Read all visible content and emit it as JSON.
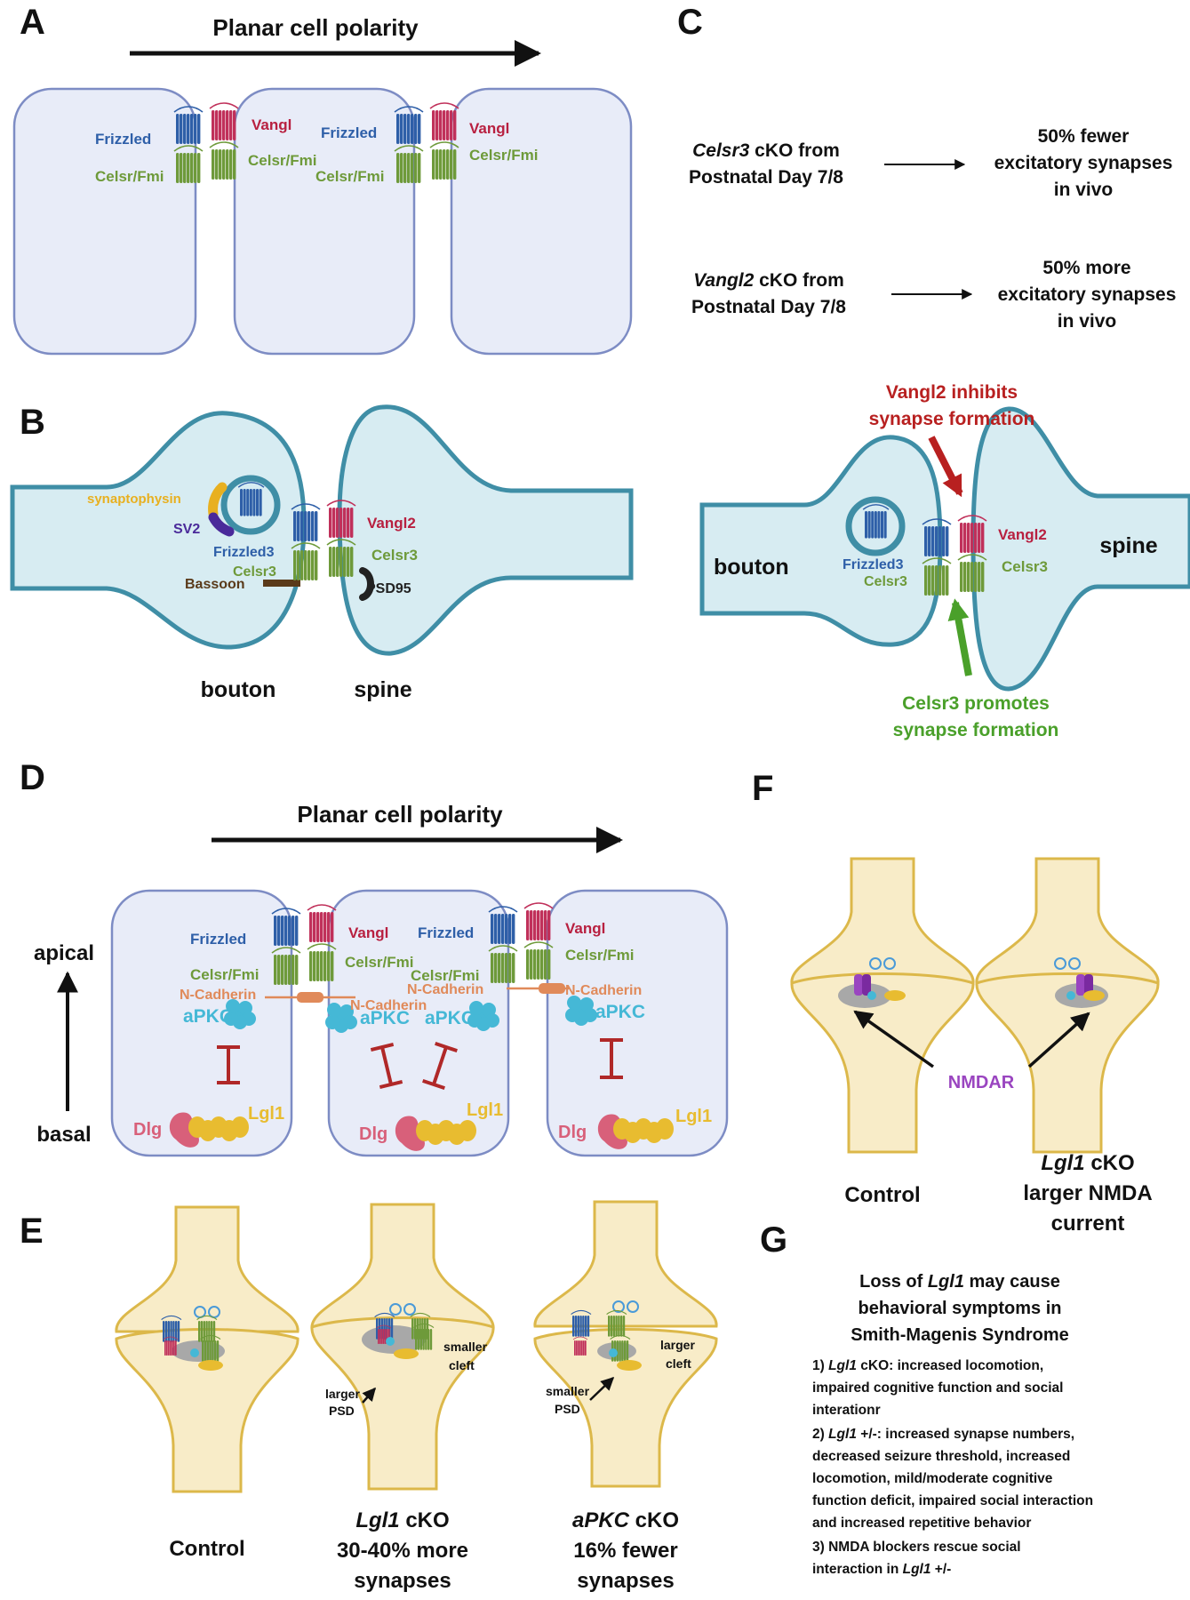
{
  "colors": {
    "frizzled": "#2e5fa8",
    "vangl": "#c0305a",
    "celsr": "#6e9a3a",
    "cell_fill": "#e8ecf8",
    "cell_stroke": "#7d8cc4",
    "neuron_fill": "#d7ecf2",
    "neuron_stroke": "#3f8ea6",
    "synapse_fill": "#f8ecc8",
    "synapse_stroke": "#dcb84a",
    "apkc": "#45b8d6",
    "cadherin": "#e08a5a",
    "dlg": "#d8607a",
    "lgl1": "#e8bc30",
    "inhibit": "#b02828",
    "nmdar": "#9a45c0",
    "psd": "#a8a8a8",
    "bassoon": "#5a3a1a",
    "sv2": "#4a2a9a",
    "synaptophysin": "#e8b020",
    "red_arrow": "#b82020",
    "green_arrow": "#4aa02a"
  },
  "panel_a": {
    "letter": "A",
    "title": "Planar cell polarity",
    "frizzled_1": "Frizzled",
    "celsr_1": "Celsr/Fmi",
    "vangl_1": "Vangl",
    "celsr_2": "Celsr/Fmi",
    "frizzled_2": "Frizzled",
    "celsr_3": "Celsr/Fmi",
    "vangl_2": "Vangl",
    "celsr_4": "Celsr/Fmi"
  },
  "panel_b": {
    "letter": "B",
    "synaptophysin": "synaptophysin",
    "sv2": "SV2",
    "frizzled3": "Frizzled3",
    "celsr3_pre": "Celsr3",
    "bassoon": "Bassoon",
    "vangl2": "Vangl2",
    "celsr3_post": "Celsr3",
    "psd95": "PSD95",
    "bouton": "bouton",
    "spine": "spine"
  },
  "panel_c": {
    "letter": "C",
    "row1_italic": "Celsr3",
    "row1_rest": " cKO from",
    "row1_line2": "Postnatal Day 7/8",
    "row1_result": [
      "50% fewer",
      "excitatory synapses",
      "in vivo"
    ],
    "row2_italic": "Vangl2",
    "row2_rest": " cKO from",
    "row2_line2": "Postnatal Day 7/8",
    "row2_result": [
      "50% more",
      "excitatory synapses",
      "in vivo"
    ],
    "inhibit_text": [
      "Vangl2 inhibits",
      "synapse formation"
    ],
    "promote_text": [
      "Celsr3 promotes",
      "synapse formation"
    ],
    "bouton": "bouton",
    "spine": "spine",
    "frizzled3": "Frizzled3",
    "celsr3_pre": "Celsr3",
    "vangl2": "Vangl2",
    "celsr3_post": "Celsr3"
  },
  "panel_d": {
    "letter": "D",
    "title": "Planar cell polarity",
    "apical": "apical",
    "basal": "basal",
    "frizzled_1": "Frizzled",
    "celsr_1": "Celsr/Fmi",
    "vangl_1": "Vangl",
    "celsr_2": "Celsr/Fmi",
    "frizzled_2": "Frizzled",
    "celsr_3": "Celsr/Fmi",
    "vangl_2": "Vangl",
    "celsr_4": "Celsr/Fmi",
    "ncad_1": "N-Cadherin",
    "ncad_2": "N-Cadherin",
    "ncad_3": "N-Cadherin",
    "ncad_4": "N-Cadherin",
    "apkc_1": "aPKC",
    "apkc_2": "aPKC",
    "apkc_3": "aPKC",
    "apkc_4": "aPKC",
    "dlg_1": "Dlg",
    "dlg_2": "Dlg",
    "dlg_3": "Dlg",
    "lgl1_1": "Lgl1",
    "lgl1_2": "Lgl1",
    "lgl1_3": "Lgl1"
  },
  "panel_e": {
    "letter": "E",
    "control": "Control",
    "lgl1_italic": "Lgl1",
    "lgl1_rest": " cKO",
    "lgl1_line2": "30-40% more",
    "lgl1_line3": "synapses",
    "smaller_cleft": [
      "smaller",
      "cleft"
    ],
    "larger_psd": [
      "larger",
      "PSD"
    ],
    "apkc_italic": "aPKC",
    "apkc_rest": " cKO",
    "apkc_line2": "16% fewer",
    "apkc_line3": "synapses",
    "larger_cleft": [
      "larger",
      "cleft"
    ],
    "smaller_psd": [
      "smaller",
      "PSD"
    ]
  },
  "panel_f": {
    "letter": "F",
    "nmdar": "NMDAR",
    "control": "Control",
    "lgl1_italic": "Lgl1",
    "lgl1_rest": " cKO",
    "line2": "larger NMDA",
    "line3": "current"
  },
  "panel_g": {
    "letter": "G",
    "heading1_pre": "Loss of ",
    "heading1_italic": "Lgl1",
    "heading1_post": " may cause",
    "heading2": "behavioral symptoms in",
    "heading3": "Smith-Magenis Syndrome",
    "p1_a": "1) ",
    "p1_italic": "Lgl1",
    "p1_b": " cKO: increased locomotion,",
    "p1_line2": "impaired cognitive function and social",
    "p1_line3": "interationr",
    "p2_a": "2) ",
    "p2_italic": "Lgl1",
    "p2_b": " +/-: increased synapse numbers,",
    "p2_line2": "decreased seizure threshold, increased",
    "p2_line3": "locomotion, mild/moderate  cognitive",
    "p2_line4": "function deficit, impaired social interaction",
    "p2_line5": "and increased repetitive behavior",
    "p3_line1": "3) NMDA blockers rescue social",
    "p3_line2_a": "interaction  in ",
    "p3_line2_italic": "Lgl1",
    "p3_line2_b": " +/-"
  }
}
